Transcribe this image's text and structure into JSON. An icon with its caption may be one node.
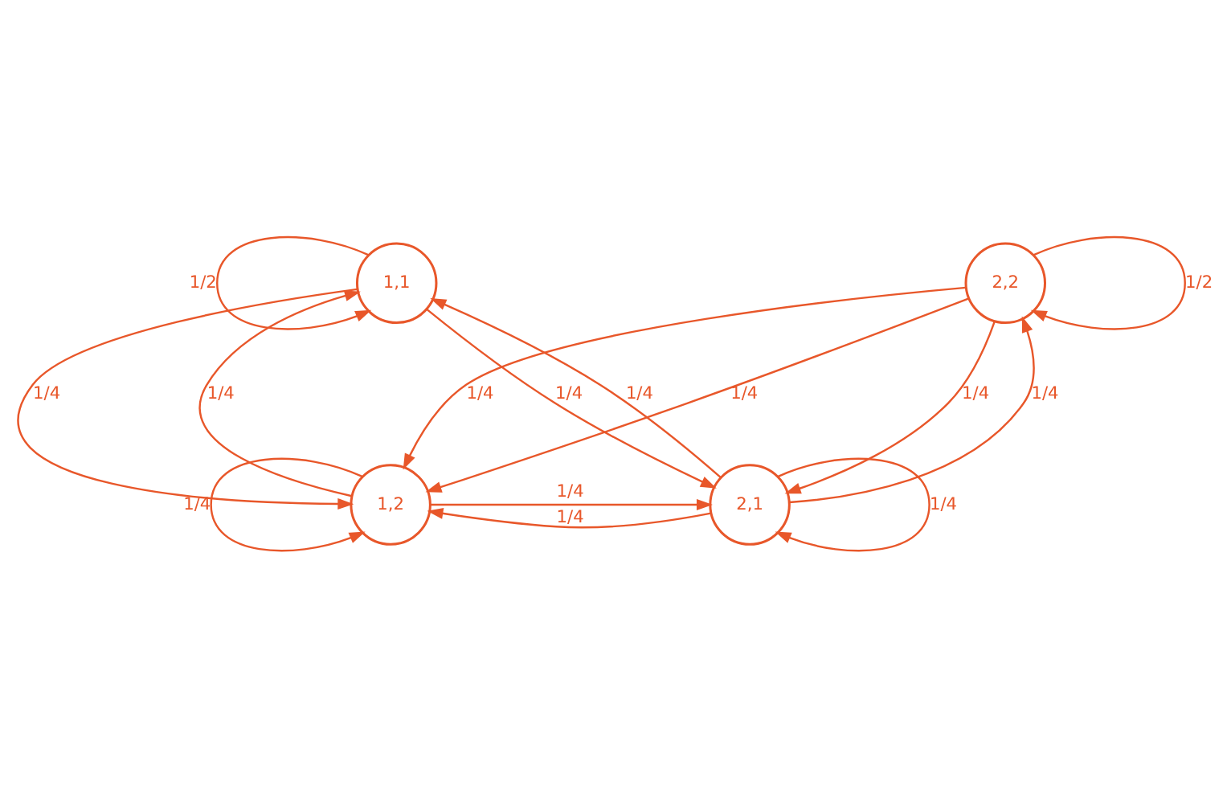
{
  "diagram": {
    "nodes": [
      {
        "text": [
          "1,1"
        ]
      },
      {
        "text": [
          "2,2"
        ]
      },
      {
        "text": [
          "1,2"
        ]
      },
      {
        "text": [
          "2,1"
        ]
      }
    ],
    "edges": [
      {
        "from": 0,
        "to": 0,
        "arrow": "to",
        "label": "1/2"
      },
      {
        "from": 1,
        "to": 1,
        "arrow": "to",
        "label": "1/2"
      },
      {
        "from": 0,
        "to": 2,
        "arrow": "to",
        "label": "1/4"
      },
      {
        "from": 2,
        "to": 0,
        "arrow": "to",
        "label": "1/4"
      },
      {
        "from": 0,
        "to": 3,
        "arrow": "to",
        "label": "1/4"
      },
      {
        "from": 3,
        "to": 0,
        "arrow": "to",
        "label": "1/4"
      },
      {
        "from": 1,
        "to": 2,
        "arrow": "to",
        "label": "1/4"
      },
      {
        "from": 1,
        "to": 2,
        "arrow": "to",
        "label": "1/4"
      },
      {
        "from": 1,
        "to": 3,
        "arrow": "to",
        "label": "1/4"
      },
      {
        "from": 3,
        "to": 1,
        "arrow": "to",
        "label": "1/4"
      },
      {
        "from": 2,
        "to": 2,
        "arrow": "to",
        "label": "1/4"
      },
      {
        "from": 2,
        "to": 3,
        "arrow": "to",
        "label": "1/4"
      },
      {
        "from": 3,
        "to": 2,
        "arrow": "to",
        "label": "1/4"
      },
      {
        "from": 3,
        "to": 3,
        "arrow": "to",
        "label": "1/4"
      }
    ]
  }
}
